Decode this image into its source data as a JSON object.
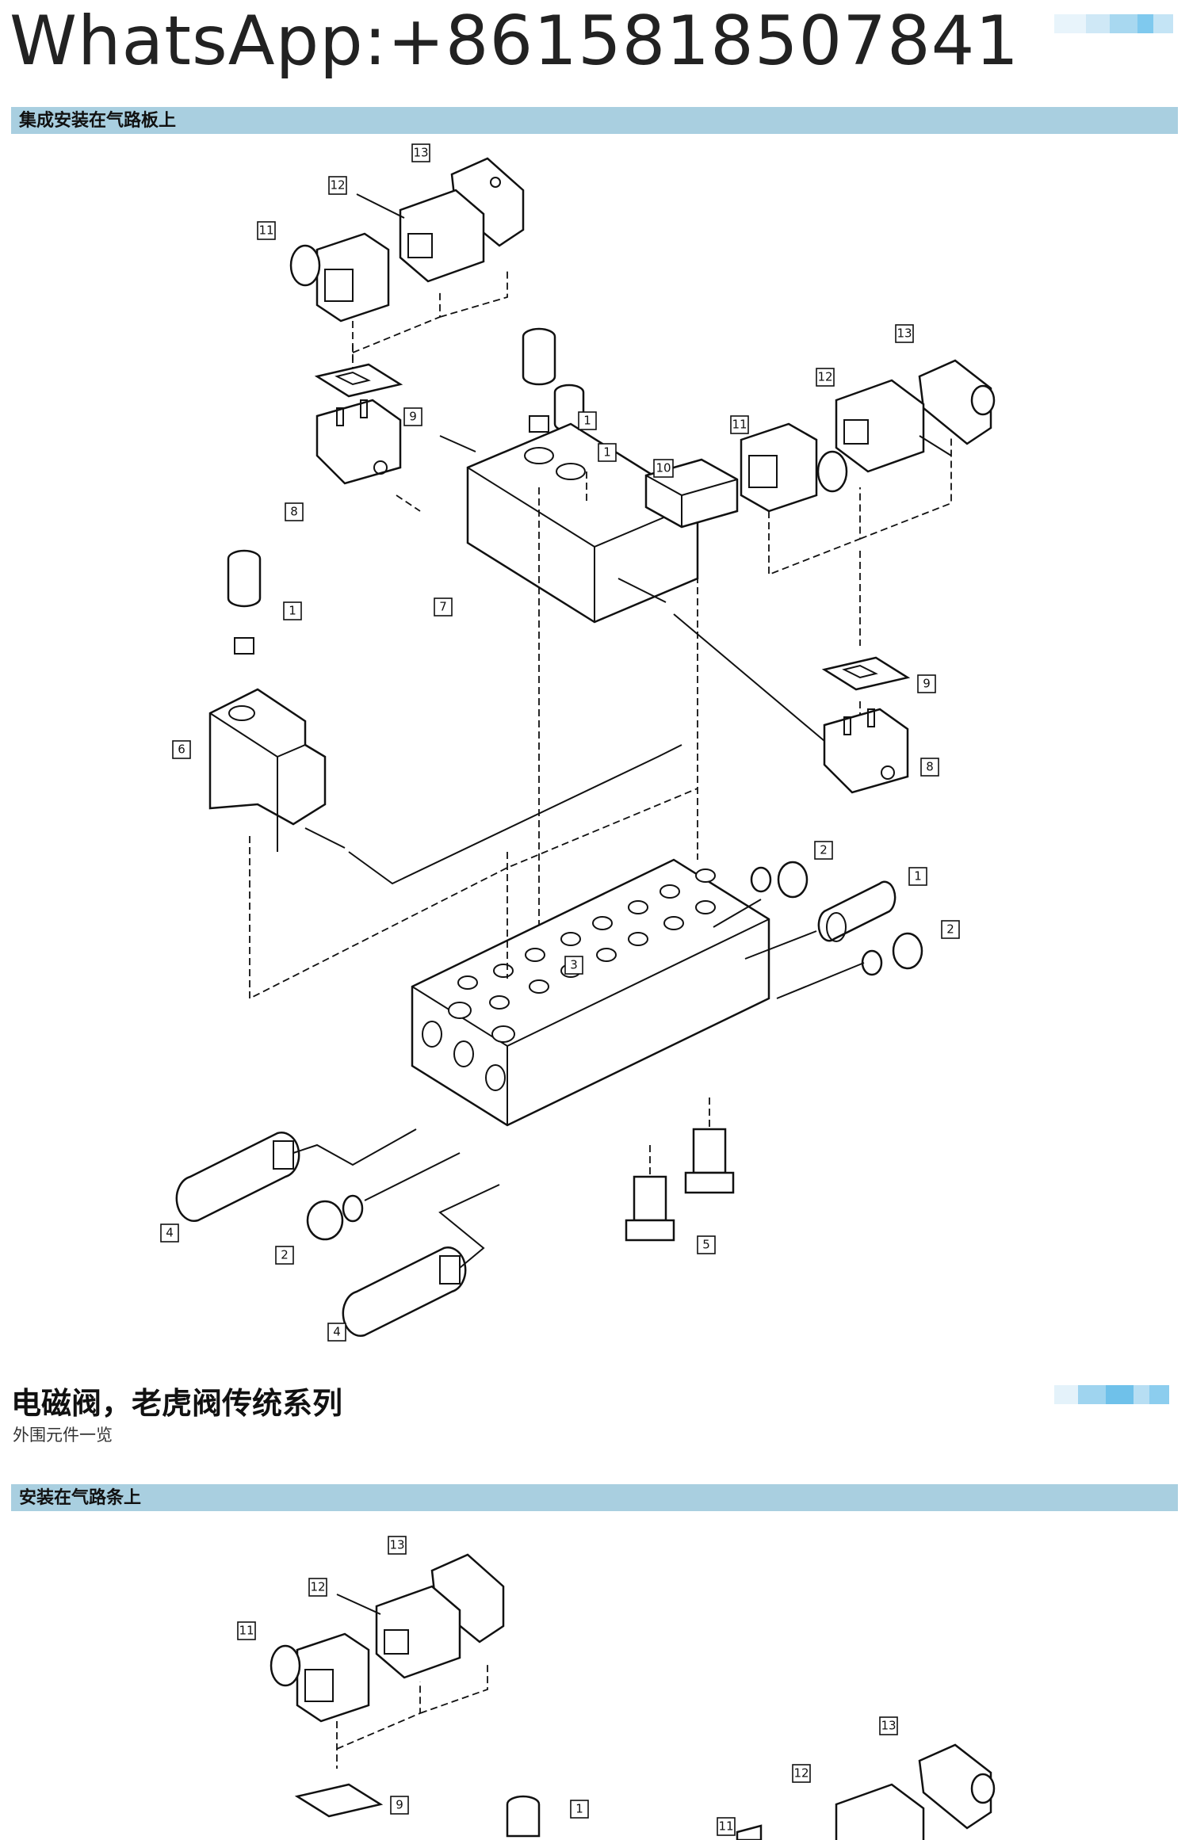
{
  "header": {
    "contact": "WhatsApp:+8615818507841"
  },
  "section1": {
    "heading": "集成安装在气路板上"
  },
  "page2": {
    "title": "电磁阀，老虎阀传统系列",
    "subtitle": "外围元件一览"
  },
  "section2": {
    "heading": "安装在气路条上"
  },
  "callouts_top": [
    "13",
    "12",
    "11",
    "9",
    "1",
    "1",
    "8",
    "10",
    "13",
    "12",
    "11",
    "7",
    "1",
    "6",
    "9",
    "8",
    "2",
    "1",
    "2",
    "3",
    "4",
    "2",
    "5",
    "4"
  ],
  "callouts_bottom": [
    "13",
    "12",
    "11",
    "9",
    "1",
    "13",
    "12",
    "11"
  ],
  "colors": {
    "section_bar": "#a9cfe0",
    "deco_light": "#dbeef7",
    "deco_mid": "#a8d8f0",
    "deco_dark": "#6fc1ea"
  }
}
